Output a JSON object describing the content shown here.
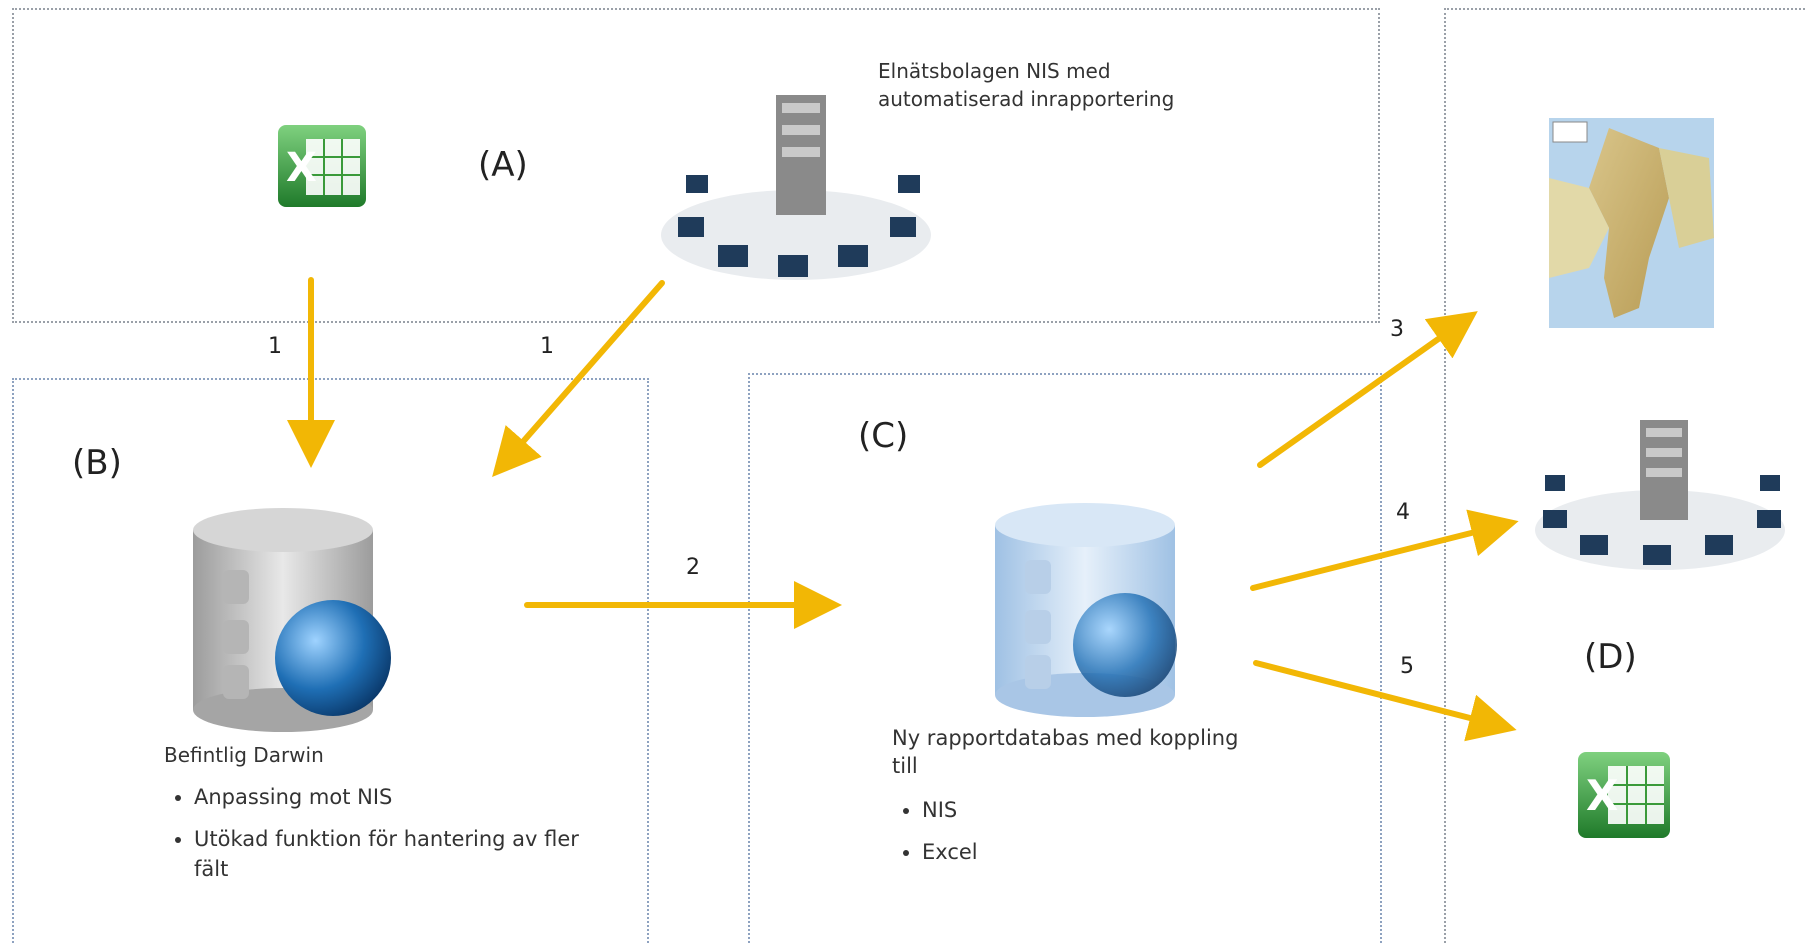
{
  "panels": {
    "a": {
      "label": "(A)",
      "server_caption": "Elnätsbolagen NIS med automatiserad inrapportering"
    },
    "b": {
      "label": "(B)",
      "title": "Befintlig Darwin",
      "bullets": [
        "Anpassing mot NIS",
        "Utökad funktion för hantering av fler fält"
      ]
    },
    "c": {
      "label": "(C)",
      "title": "Ny rapportdatabas med koppling till",
      "bullets": [
        "NIS",
        "Excel"
      ]
    },
    "d": {
      "label": "(D)"
    }
  },
  "arrows": {
    "excel_to_darwin": "1",
    "network_to_darwin": "1",
    "darwin_to_reportdb": "2",
    "reportdb_to_map": "3",
    "reportdb_to_network": "4",
    "reportdb_to_excel": "5"
  },
  "colors": {
    "arrow": "#f2b705",
    "box_border": "#9aa0a8",
    "excel_green": "#3a9a3a",
    "db_gray": "#bdbdbd",
    "db_blue": "#b9d3ee",
    "globe": "#1f6fb5"
  },
  "icons": [
    "excel-icon",
    "network-server-icon",
    "database-globe-icon",
    "sweden-map-icon"
  ]
}
